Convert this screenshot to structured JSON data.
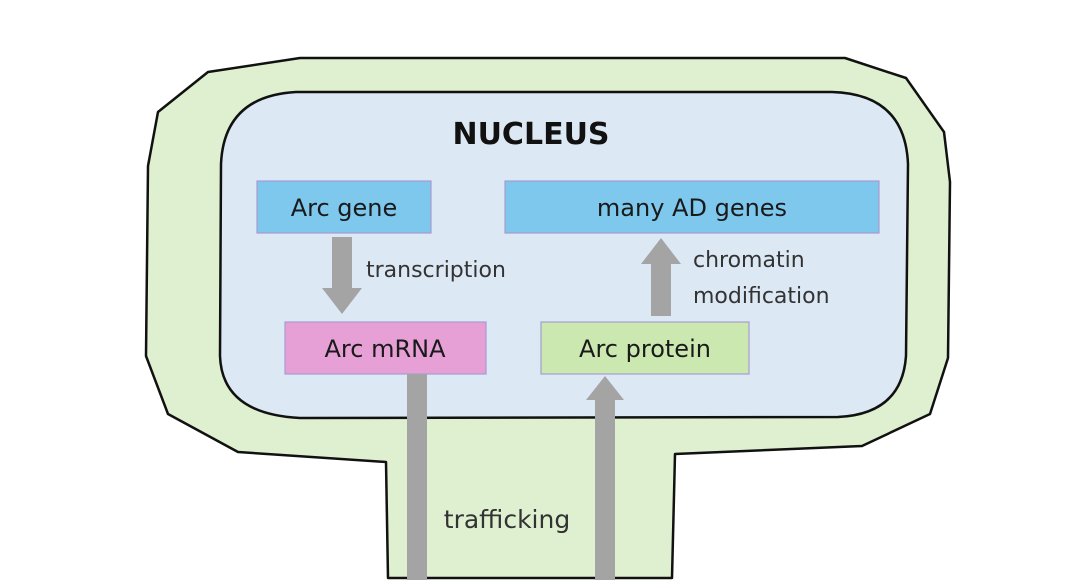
{
  "nucleus": {
    "title": "NUCLEUS"
  },
  "boxes": {
    "arc_gene": "Arc gene",
    "many_ad_genes": "many AD genes",
    "arc_mrna": "Arc mRNA",
    "arc_protein": "Arc protein"
  },
  "labels": {
    "transcription": "transcription",
    "chromatin_line1": "chromatin",
    "chromatin_line2": "modification",
    "trafficking": "trafficking"
  },
  "colors": {
    "cell_fill": "#dff0d0",
    "nucleus_fill": "#dde8f5",
    "gene_box_fill": "#7ec8ee",
    "mrna_box_fill": "#e6a0d6",
    "protein_box_fill": "#cbe8b0",
    "arrow_gray": "#a4a4a4",
    "outline": "#111111"
  }
}
